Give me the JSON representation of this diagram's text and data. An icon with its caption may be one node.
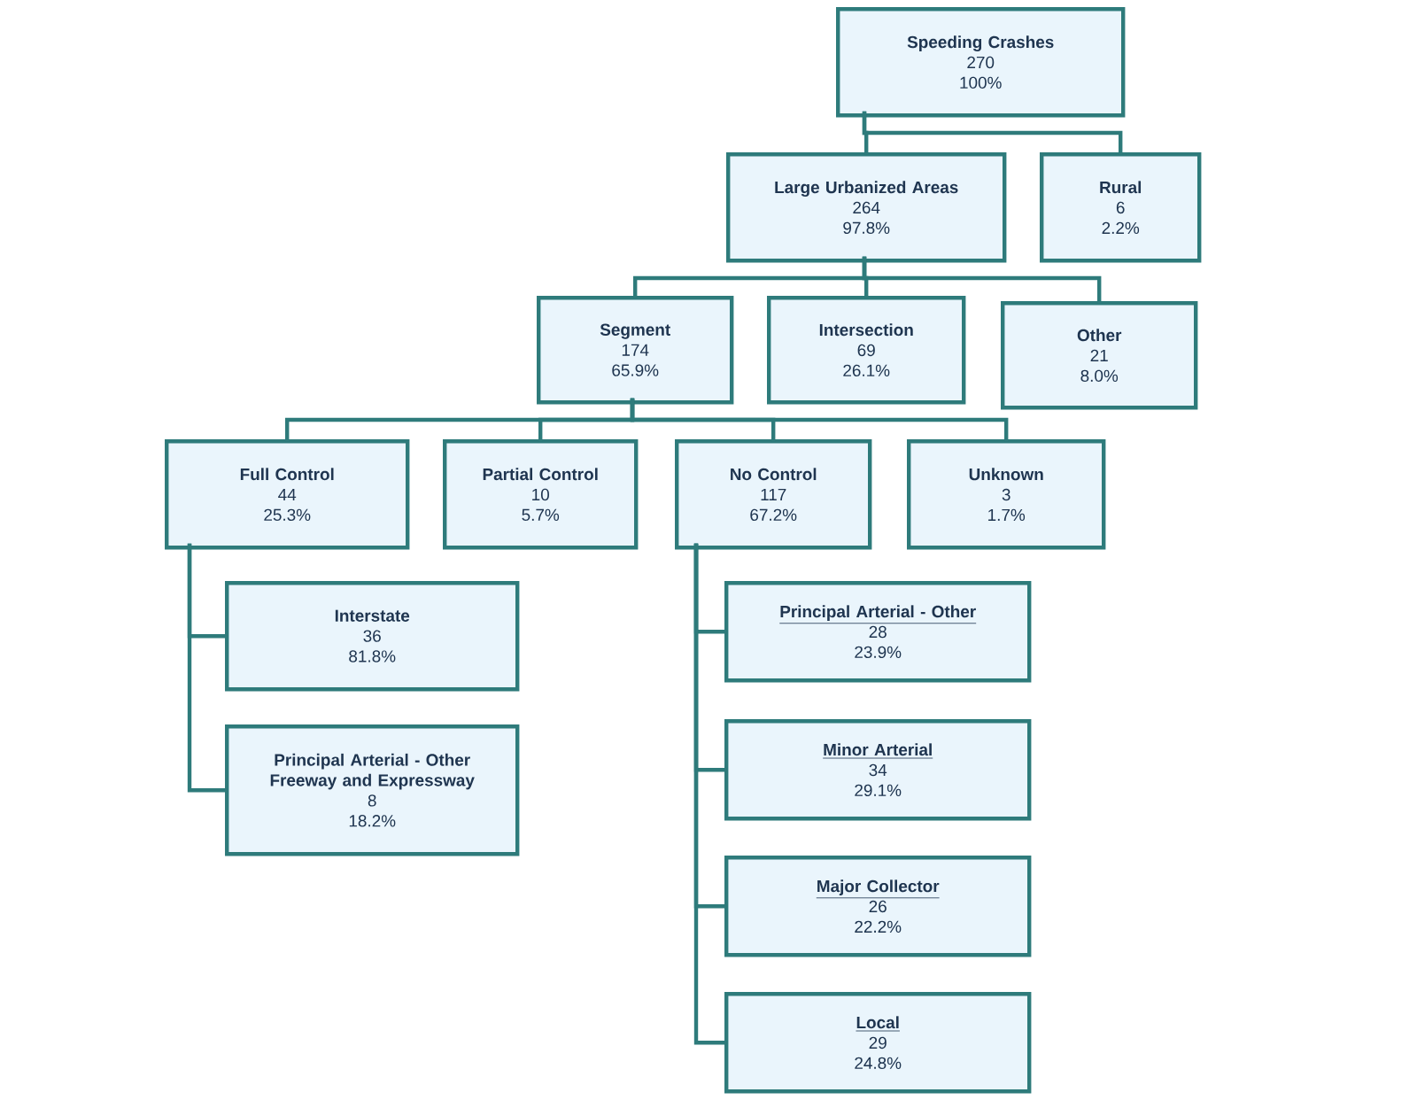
{
  "diagram": {
    "nodes": [
      {
        "text": [
          "Speeding Crashes",
          "270",
          "100%"
        ]
      },
      {
        "text": [
          "Large Urbanized Areas",
          "264",
          "97.8%"
        ]
      },
      {
        "text": [
          "Rural",
          "6",
          "2.2%"
        ]
      },
      {
        "text": [
          "Segment",
          "174",
          "65.9%"
        ]
      },
      {
        "text": [
          "Intersection",
          "69",
          "26.1%"
        ]
      },
      {
        "text": [
          "Other",
          "21",
          "8.0%"
        ]
      },
      {
        "text": [
          "Full Control",
          "44",
          "25.3%"
        ]
      },
      {
        "text": [
          "Partial Control",
          "10",
          "5.7%"
        ]
      },
      {
        "text": [
          "No Control",
          "117",
          "67.2%"
        ]
      },
      {
        "text": [
          "Unknown",
          "3",
          "1.7%"
        ]
      },
      {
        "text": [
          "Interstate",
          "36",
          "81.8%"
        ]
      },
      {
        "text": [
          "Principal Arterial - Other Freeway and Expressway",
          "8",
          "18.2%"
        ]
      },
      {
        "text": [
          "Principal Arterial - Other",
          "28",
          "23.9%"
        ]
      },
      {
        "text": [
          "Minor Arterial",
          "34",
          "29.1%"
        ]
      },
      {
        "text": [
          "Major Collector",
          "26",
          "22.2%"
        ]
      },
      {
        "text": [
          "Local",
          "29",
          "24.8%"
        ]
      }
    ],
    "edges": [
      {
        "from": 0,
        "to": 1,
        "arrow": "none"
      },
      {
        "from": 0,
        "to": 2,
        "arrow": "none"
      },
      {
        "from": 1,
        "to": 3,
        "arrow": "none"
      },
      {
        "from": 1,
        "to": 4,
        "arrow": "none"
      },
      {
        "from": 1,
        "to": 5,
        "arrow": "none"
      },
      {
        "from": 3,
        "to": 6,
        "arrow": "none"
      },
      {
        "from": 3,
        "to": 7,
        "arrow": "none"
      },
      {
        "from": 3,
        "to": 8,
        "arrow": "none"
      },
      {
        "from": 3,
        "to": 9,
        "arrow": "none"
      },
      {
        "from": 6,
        "to": 10,
        "arrow": "none"
      },
      {
        "from": 6,
        "to": 11,
        "arrow": "none"
      },
      {
        "from": 8,
        "to": 12,
        "arrow": "none"
      },
      {
        "from": 8,
        "to": 13,
        "arrow": "none"
      },
      {
        "from": 8,
        "to": 14,
        "arrow": "none"
      },
      {
        "from": 8,
        "to": 15,
        "arrow": "none"
      }
    ]
  }
}
